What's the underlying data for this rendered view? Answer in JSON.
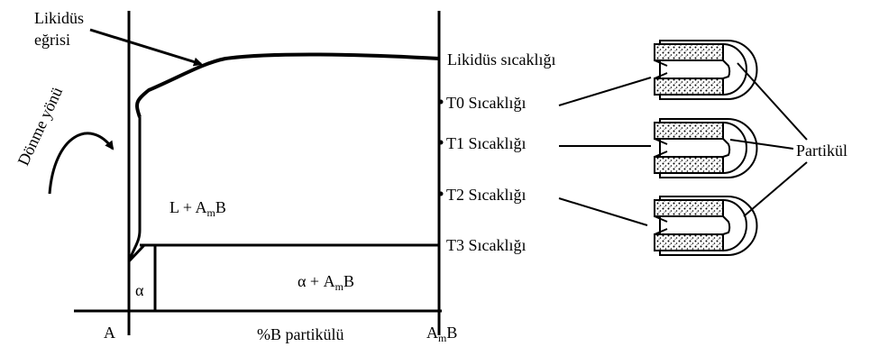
{
  "labels": {
    "liquidus_curve": [
      "Likidüs",
      "eğrisi"
    ],
    "rotation_direction": "Dönme yönü",
    "region_liquid": {
      "main": "L + A",
      "sub": "m",
      "tail": "B"
    },
    "region_alpha_compound": {
      "main": "α + A",
      "sub": "m",
      "tail": "B"
    },
    "region_alpha": "α",
    "axis_left": "A",
    "axis_right": {
      "main": "A",
      "sub": "m",
      "tail": "B"
    },
    "axis_x": "%B partikülü",
    "particle": "Partikül"
  },
  "temperatures": [
    "Likidüs sıcaklığı",
    "T0 Sıcaklığı",
    "T1 Sıcaklığı",
    "T2 Sıcaklığı",
    "T3 Sıcaklığı"
  ]
}
